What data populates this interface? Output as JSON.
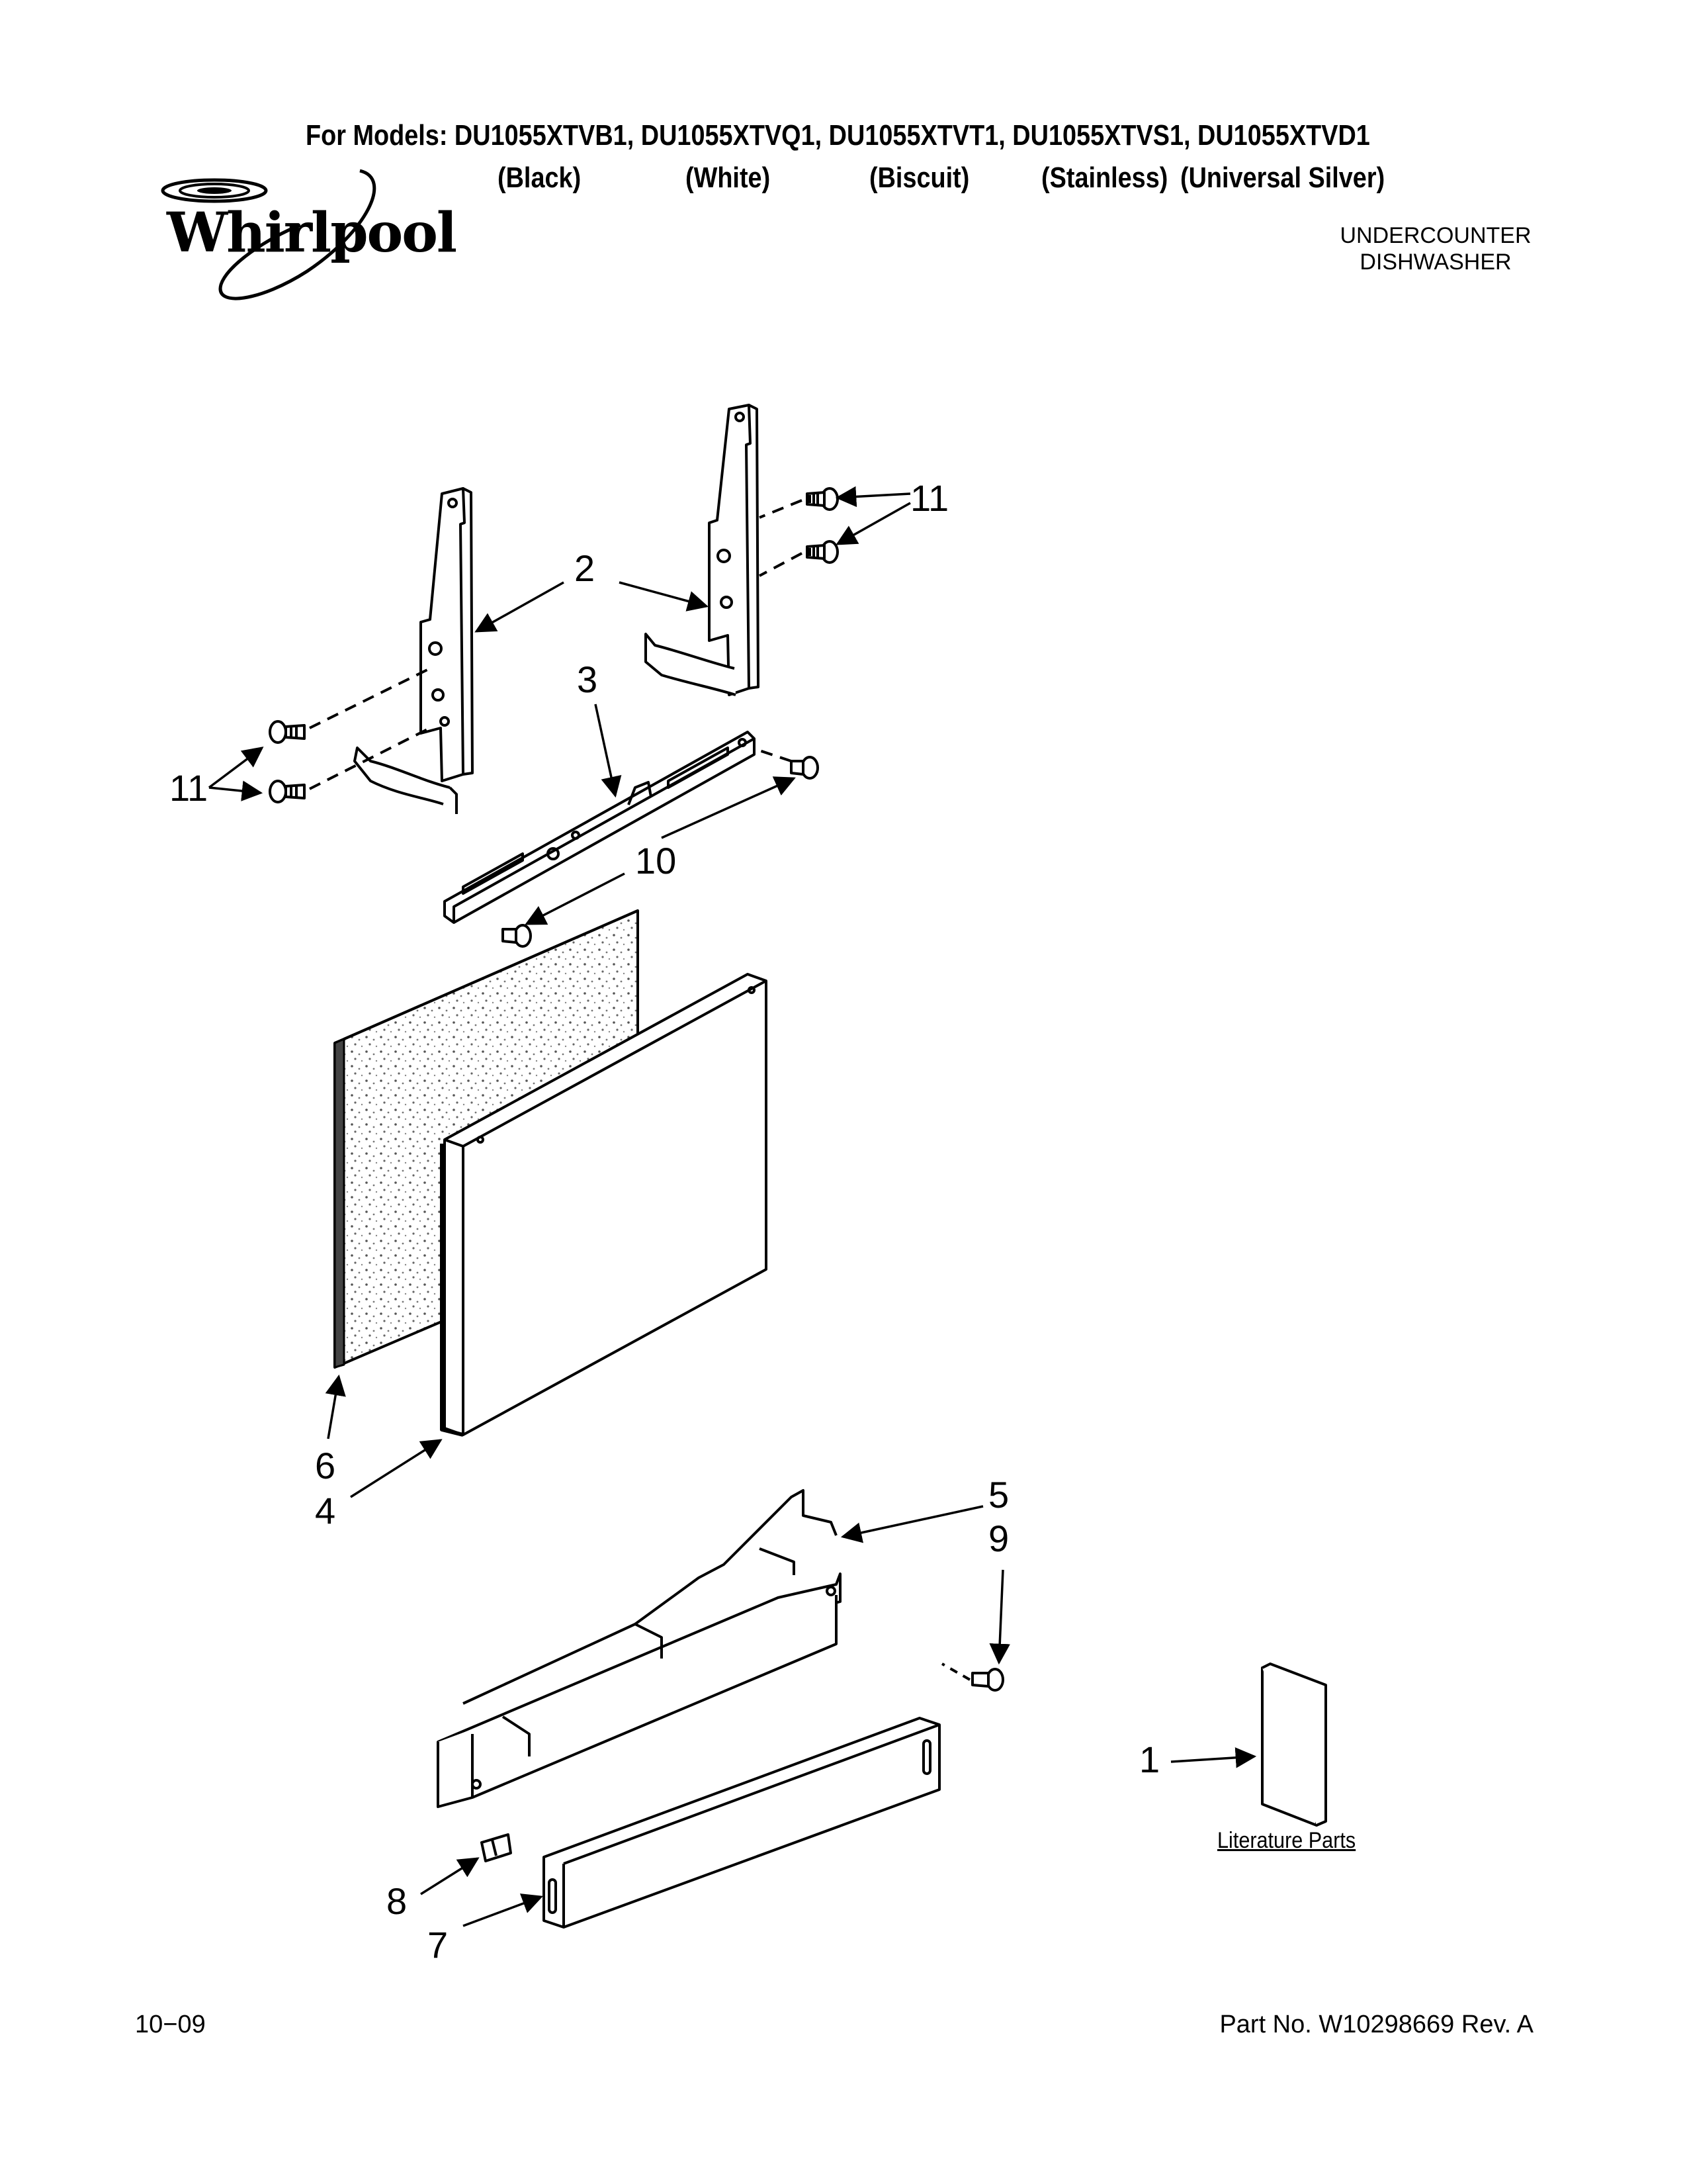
{
  "header": {
    "models_line": "For Models: DU1055XTVB1, DU1055XTVQ1, DU1055XTVT1, DU1055XTVS1, DU1055XTVD1",
    "colors": [
      "(Black)",
      "(White)",
      "(Biscuit)",
      "(Stainless)",
      "(Universal Silver)"
    ],
    "brand": "Whirlpool",
    "appliance_line1": "UNDERCOUNTER",
    "appliance_line2": "DISHWASHER"
  },
  "callouts": {
    "c11_top": "11",
    "c2": "2",
    "c3": "3",
    "c11_left": "11",
    "c10": "10",
    "c6": "6",
    "c4": "4",
    "c5": "5",
    "c9": "9",
    "c1": "1",
    "c8": "8",
    "c7": "7"
  },
  "literature_label": "Literature Parts",
  "footer": {
    "date": "10−09",
    "part_no": "Part No. W10298669 Rev. A"
  },
  "icons": {
    "brand_logo": "whirlpool-swirl-logo"
  }
}
